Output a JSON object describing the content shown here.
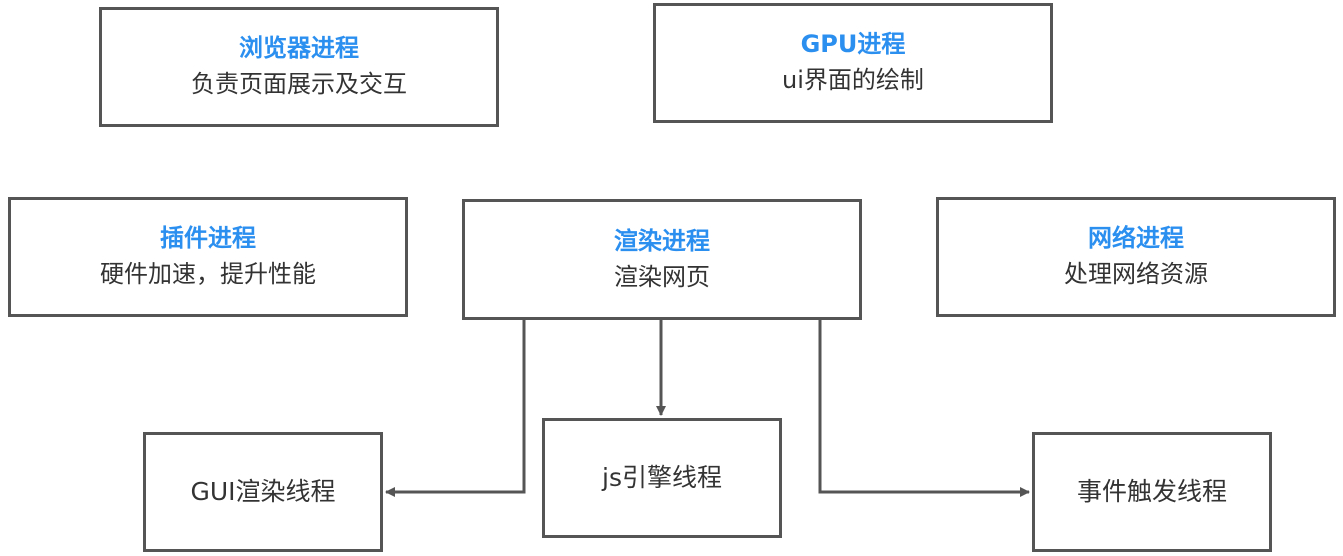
{
  "colors": {
    "title": "#2b8ff0",
    "text": "#333333",
    "border": "#555555",
    "connector": "#555555"
  },
  "processes": {
    "browser": {
      "title": "浏览器进程",
      "desc": "负责页面展示及交互"
    },
    "gpu": {
      "title": "GPU进程",
      "desc": "ui界面的绘制"
    },
    "plugin": {
      "title": "插件进程",
      "desc": "硬件加速，提升性能"
    },
    "renderer": {
      "title": "渲染进程",
      "desc": "渲染网页"
    },
    "network": {
      "title": "网络进程",
      "desc": "处理网络资源"
    }
  },
  "threads": {
    "gui": "GUI渲染线程",
    "js": "js引擎线程",
    "event": "事件触发线程"
  }
}
